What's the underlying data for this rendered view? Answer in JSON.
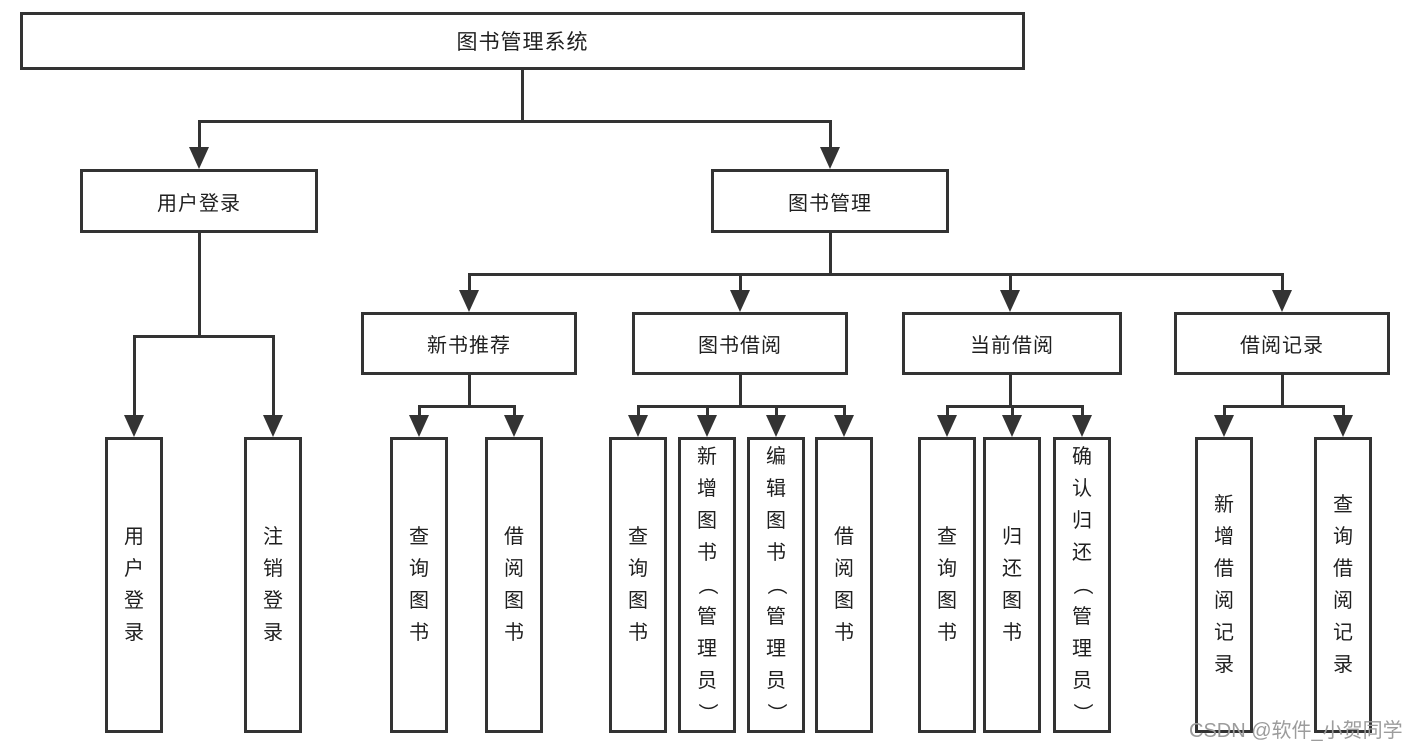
{
  "diagram": {
    "title": "图书管理系统",
    "watermark": "CSDN @软件_小贺同学",
    "colors": {
      "line": "#333333",
      "border": "#333333",
      "text": "#1f1f1f",
      "background": "#ffffff",
      "watermark": "#9c9c9c"
    },
    "nodes": {
      "root": {
        "label": "图书管理系统",
        "children": [
          "user_login",
          "book_mgmt"
        ]
      },
      "user_login": {
        "label": "用户登录",
        "children": [
          "login",
          "logout"
        ]
      },
      "book_mgmt": {
        "label": "图书管理",
        "children": [
          "new_book_rec",
          "book_borrow",
          "current_borrow",
          "borrow_records"
        ]
      },
      "login": {
        "label": "用户登录"
      },
      "logout": {
        "label": "注销登录"
      },
      "new_book_rec": {
        "label": "新书推荐",
        "children": [
          "rec_query",
          "rec_borrow"
        ]
      },
      "book_borrow": {
        "label": "图书借阅",
        "children": [
          "bb_query",
          "bb_add",
          "bb_edit",
          "bb_borrow"
        ]
      },
      "current_borrow": {
        "label": "当前借阅",
        "children": [
          "cb_query",
          "cb_return",
          "cb_confirm"
        ]
      },
      "borrow_records": {
        "label": "借阅记录",
        "children": [
          "br_add",
          "br_query"
        ]
      },
      "rec_query": {
        "label": "查询图书"
      },
      "rec_borrow": {
        "label": "借阅图书"
      },
      "bb_query": {
        "label": "查询图书"
      },
      "bb_add": {
        "label": "新增图书（管理员）"
      },
      "bb_edit": {
        "label": "编辑图书（管理员）"
      },
      "bb_borrow": {
        "label": "借阅图书"
      },
      "cb_query": {
        "label": "查询图书"
      },
      "cb_return": {
        "label": "归还图书"
      },
      "cb_confirm": {
        "label": "确认归还（管理员）"
      },
      "br_add": {
        "label": "新增借阅记录"
      },
      "br_query": {
        "label": "查询借阅记录"
      }
    }
  }
}
